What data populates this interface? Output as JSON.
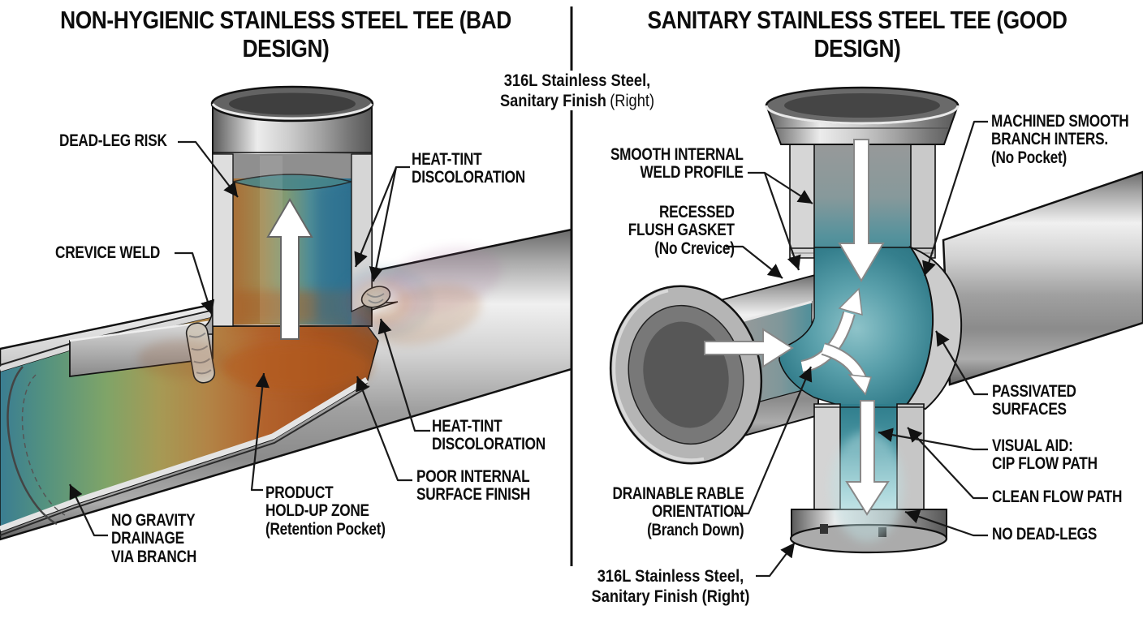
{
  "panels": {
    "left": {
      "title": [
        "NON-HYGIENIC STAINLESS STEEL TEE",
        "(BAD DESIGN)"
      ],
      "labels": {
        "dead_leg": [
          "DEAD-LEG RISK"
        ],
        "crevice_weld": [
          "CREVICE WELD"
        ],
        "heat_tint_upper": [
          "HEAT-TINT",
          "DISCOLORATION"
        ],
        "heat_tint_lower": [
          "HEAT-TINT",
          "DISCOLORATION"
        ],
        "poor_internal": [
          "POOR INTERNAL",
          "SURFACE FINISH"
        ],
        "product_holdup": [
          "PRODUCT",
          "HOLD-UP ZONE",
          "(Retention Pocket)"
        ],
        "no_gravity": [
          "NO GRAVITY",
          "DRAINAGE",
          "VIA BRANCH"
        ]
      }
    },
    "right": {
      "title": [
        "SANITARY STAINLESS STEEL TEE",
        "(GOOD DESIGN)"
      ],
      "labels": {
        "smooth_internal": [
          "SMOOTH INTERNAL",
          "WELD PROFILE"
        ],
        "recessed_flush": [
          "RECESSED",
          "FLUSH GASKET",
          "(No Crevice)"
        ],
        "machined_smooth": [
          "MACHINED SMOOTH",
          "BRANCH INTERS.",
          "(No Pocket)"
        ],
        "passivated": [
          "PASSIVATED",
          "SURFACES"
        ],
        "visual_aid": [
          "VISUAL AID:",
          "CIP FLOW PATH"
        ],
        "clean_flow": [
          "CLEAN FLOW PATH"
        ],
        "no_dead_legs": [
          "NO DEAD-LEGS"
        ],
        "drainable": [
          "DRAINABLE RABLE",
          "ORIENTATION",
          "(Branch Down)"
        ]
      }
    }
  },
  "notes": {
    "top": {
      "line1": "316L Stainless Steel,",
      "line2_bold": "Sanitary Finish",
      "line2_normal": "(Right)"
    },
    "bottom": {
      "line1": "316L Stainless Steel,",
      "line2": "Sanitary Finish (Right)"
    }
  },
  "colors": {
    "outline": "#111111",
    "steel_light": "#ececec",
    "steel_dark": "#5f5f5f",
    "flow_teal": "#3d8a96",
    "heat_orange": "#b45a1e",
    "heat_teal": "#3a7d92",
    "arrow_white": "#ffffff"
  }
}
